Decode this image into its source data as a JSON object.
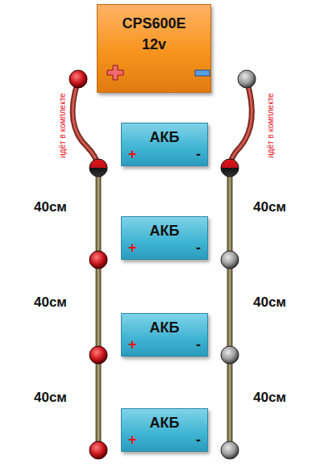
{
  "diagram": {
    "nodes": [
      {
        "text": [
          "CPS600E 12v"
        ]
      },
      {
        "text": [
          "АКБ",
          "+",
          "-"
        ]
      },
      {
        "text": [
          "АКБ",
          "+",
          "-"
        ]
      },
      {
        "text": [
          "АКБ",
          "+",
          "-"
        ]
      },
      {
        "text": [
          "АКБ",
          "+",
          "-"
        ]
      }
    ],
    "labels": [
      "идёт в комплекте",
      "идёт в комплекте",
      "40см",
      "40см",
      "40см",
      "40см",
      "40см",
      "40см"
    ]
  }
}
